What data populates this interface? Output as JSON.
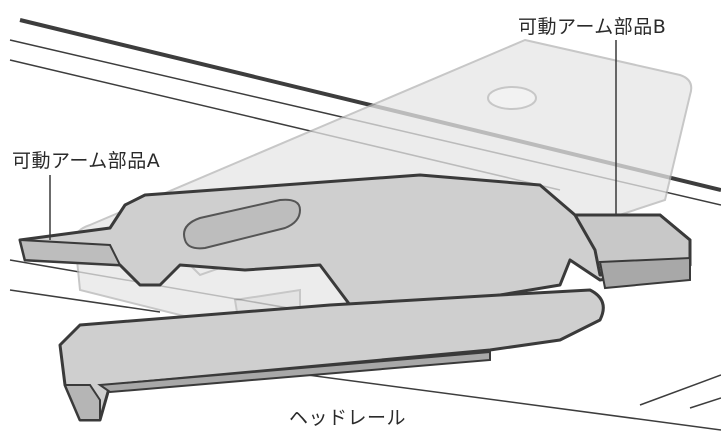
{
  "labels": {
    "part_a": "可動アーム部品A",
    "part_b": "可動アーム部品B",
    "head_rail": "ヘッドレール"
  },
  "colors": {
    "part_fill": "#cfcfcf",
    "part_top": "#c4c4c4",
    "part_side": "#a8a8a8",
    "outline": "#3a3a3a",
    "ghost_fill": "#e6e6e6",
    "ghost_outline": "#b5b5b5",
    "rail_line": "#3d3d3d"
  }
}
